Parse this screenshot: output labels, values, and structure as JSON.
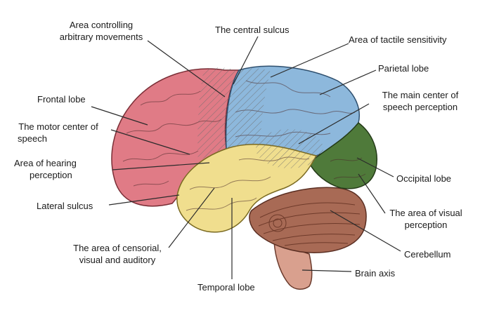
{
  "labels": {
    "area_arbitrary_movements": {
      "line1": "Area controlling",
      "line2": "arbitrary movements"
    },
    "central_sulcus": "The central sulcus",
    "tactile_sensitivity": "Area of tactile sensitivity",
    "parietal_lobe": "Parietal lobe",
    "main_speech_perception": {
      "line1": "The main center of",
      "line2": "speech perception"
    },
    "frontal_lobe": "Frontal lobe",
    "motor_speech": {
      "line1": "The motor center of",
      "line2": "speech"
    },
    "hearing_perception": {
      "line1": "Area of hearing",
      "line2": "perception"
    },
    "lateral_sulcus": "Lateral sulcus",
    "censorial_area": {
      "line1": "The area of censorial,",
      "line2": "visual and auditory"
    },
    "temporal_lobe": "Temporal lobe",
    "occipital_lobe": "Occipital lobe",
    "visual_perception": {
      "line1": "The area of visual",
      "line2": "perception"
    },
    "cerebellum": "Cerebellum",
    "brain_axis": "Brain axis"
  },
  "colors": {
    "frontal": "#e07b86",
    "parietal": "#8db8dc",
    "temporal": "#f0de8e",
    "occipital": "#4f7a3a",
    "cerebellum": "#a86a55",
    "brainstem": "#d9a08e",
    "leader_line": "#2b2b2b"
  }
}
